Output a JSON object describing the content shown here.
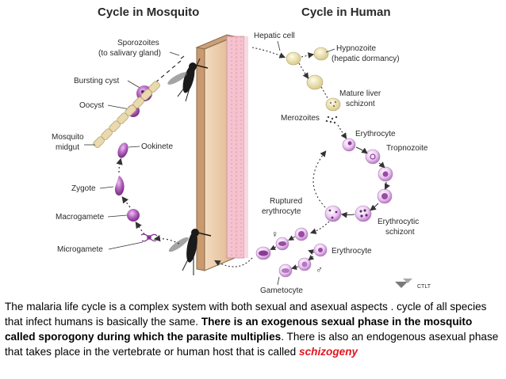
{
  "diagram": {
    "title_mosquito": "Cycle in Mosquito",
    "title_human": "Cycle in Human",
    "mosquito_labels": {
      "sporozoites": [
        "Sporozoites",
        "(to salivary gland)"
      ],
      "bursting_cyst": "Bursting cyst",
      "oocyst": "Oocyst",
      "mosquito_midgut": [
        "Mosquito",
        "midgut"
      ],
      "ookinete": "Ookinete",
      "zygote": "Zygote",
      "macrogamete": "Macrogamete",
      "microgamete": "Microgamete"
    },
    "human_labels": {
      "hepatic_cell": "Hepatic cell",
      "hypnozoite": [
        "Hypnozoite",
        "(hepatic dormancy)"
      ],
      "mature_liver_schizont": [
        "Mature liver",
        "schizont"
      ],
      "merozoites": "Merozoites",
      "erythrocyte_top": "Erythrocyte",
      "tropnozoite": "Tropnozoite",
      "ruptured_erythrocyte": [
        "Ruptured",
        "erythrocyte"
      ],
      "erythrocytic_schizont": [
        "Erythrocytic",
        "schizont"
      ],
      "erythrocyte_bottom": "Erythrocyte",
      "gametocyte": "Gametocyte",
      "female_symbol": "♀",
      "male_symbol": "♂"
    },
    "credit": "CTLT",
    "colors": {
      "parasite": "#a64bb0",
      "parasite_light": "#d9b3e0",
      "skin": "#e8c8a3",
      "vessel_pink": "#f2b5c6",
      "hepatic": "#ede4b3",
      "oocyst_tan": "#e5d5a8",
      "arrow": "#333333"
    }
  },
  "caption": {
    "part1": "The malaria life cycle is a complex system with both sexual and asexual aspects . cycle of all species that infect humans is basically the same. ",
    "part2_bold": "There is an exogenous sexual phase in the mosquito called sporogony during which the parasite multiplies",
    "part3": ".  There is also an endogenous asexual phase that takes place in the vertebrate or human host that is called ",
    "part4_highlight": "schizogeny"
  }
}
